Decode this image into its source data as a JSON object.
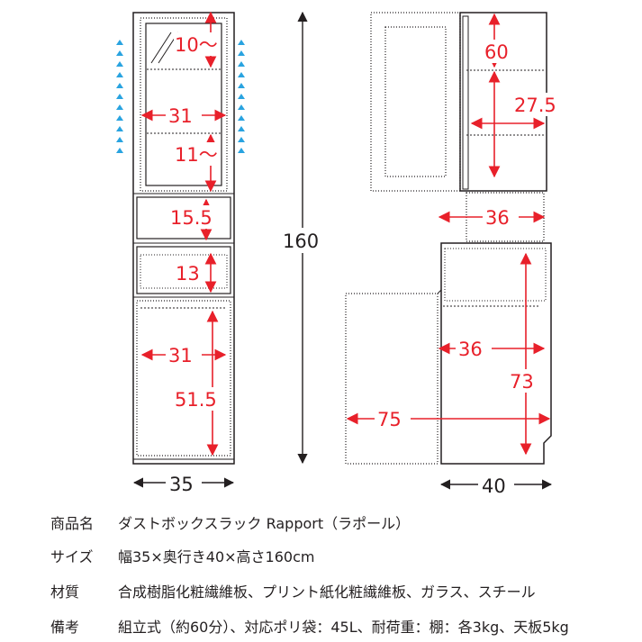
{
  "dimensions": {
    "glass_top_gap": "10〜",
    "glass_inner_width": "31",
    "glass_lower_gap": "11〜",
    "open_shelf_1": "15.5",
    "open_shelf_2": "13",
    "bottom_inner_width": "31",
    "bottom_inner_height": "51.5",
    "total_height": "160",
    "front_width": "35",
    "side_top_gap": "60",
    "side_shelf_spacing": "27.5",
    "side_upper_depth": "36",
    "side_lower_depth": "36",
    "side_lower_height": "73",
    "door_open_depth": "75",
    "side_depth": "40"
  },
  "specs": [
    {
      "key": "商品名",
      "value": "ダストボックスラック Rapport（ラポール）"
    },
    {
      "key": "サイズ",
      "value": "幅35×奥行き40×高さ160cm"
    },
    {
      "key": "材質",
      "value": "合成樹脂化粧繊維板、プリント紙化粧繊維板、ガラス、スチール"
    },
    {
      "key": "備考",
      "value": "組立式（約60分）、対応ポリ袋：45L、耐荷重：棚：各3kg、天板5kg"
    }
  ],
  "colors": {
    "dimension": "#e8202a",
    "outline": "#231f20",
    "led_indicator": "#29a3e0"
  }
}
